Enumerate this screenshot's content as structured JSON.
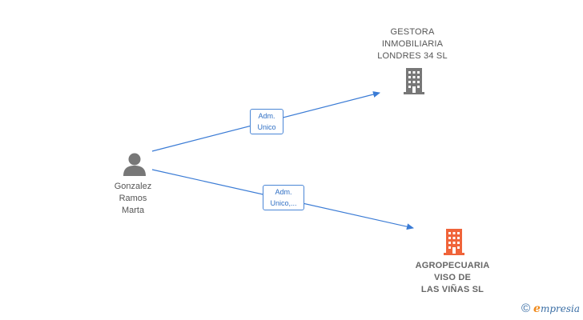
{
  "nodes": {
    "person": {
      "label": "Gonzalez\nRamos\nMarta",
      "icon": "person-icon"
    },
    "company_top": {
      "label": "GESTORA\nINMOBILIARIA\nLONDRES 34 SL",
      "icon": "building-icon",
      "color": "#777777"
    },
    "company_bottom": {
      "label": "AGROPECUARIA\nVISO DE\nLAS VIÑAS  SL",
      "icon": "building-icon",
      "color": "#f0643a"
    }
  },
  "edges": [
    {
      "label": "Adm.\nUnico",
      "from": "person",
      "to": "company_top"
    },
    {
      "label": "Adm.\nUnico,...",
      "from": "person",
      "to": "company_bottom"
    }
  ],
  "colors": {
    "edge": "#3a7bd5",
    "person_icon": "#777777"
  },
  "watermark": {
    "symbol": "©",
    "brand_initial": "e",
    "brand_rest": "mpresia"
  }
}
